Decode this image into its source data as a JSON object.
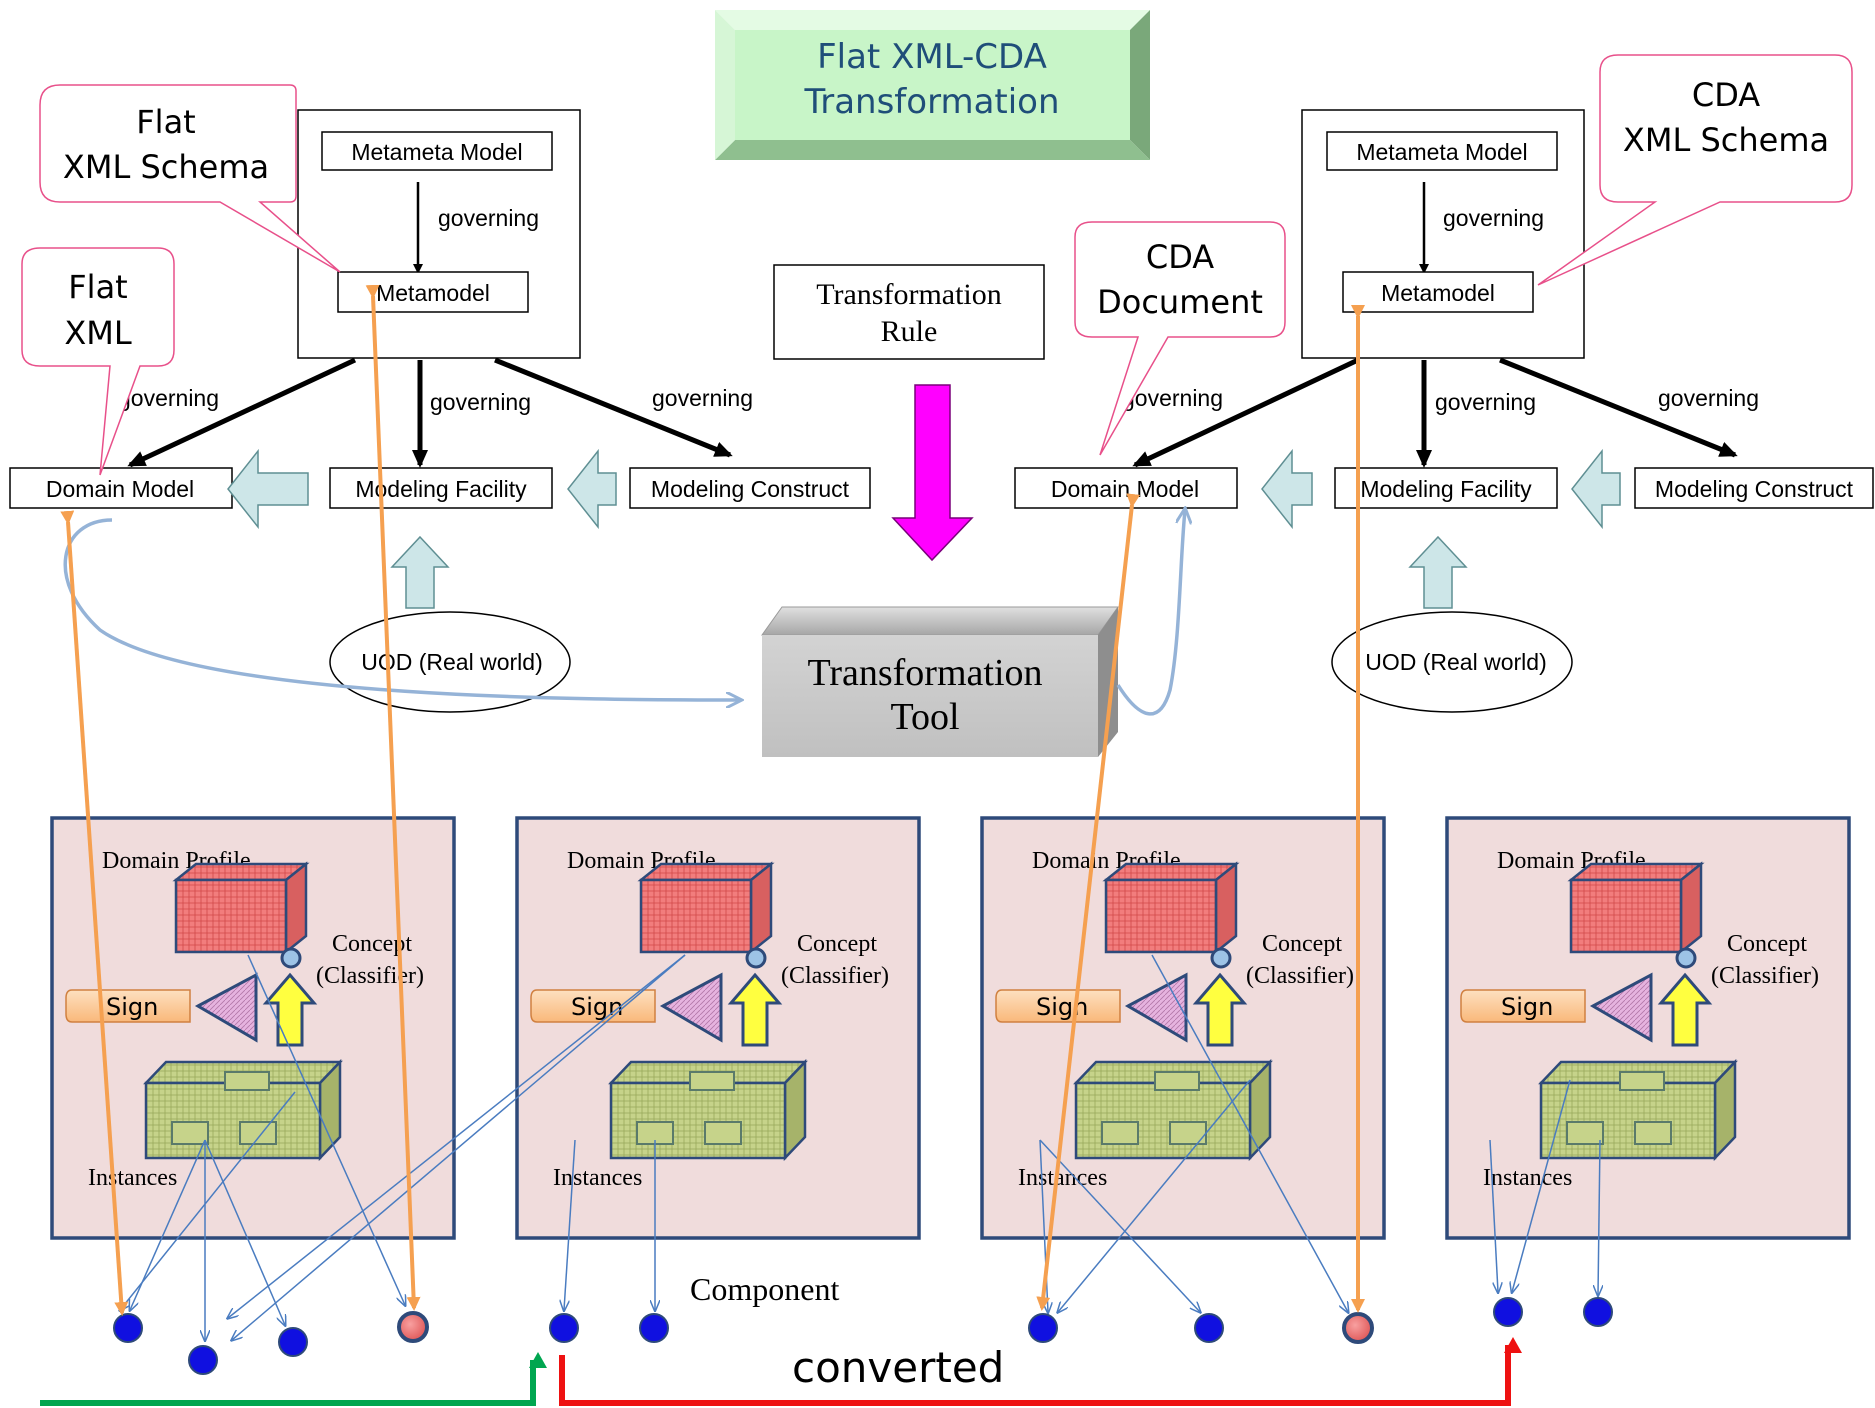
{
  "title": {
    "line1": "Flat XML-CDA",
    "line2": "Transformation"
  },
  "left": {
    "callout_schema": {
      "line1": "Flat",
      "line2": "XML Schema"
    },
    "callout_instance": {
      "line1": "Flat",
      "line2": "XML"
    },
    "metameta": "Metameta Model",
    "metamodel": "Metamodel",
    "domain_model": "Domain Model",
    "modeling_facility": "Modeling Facility",
    "modeling_construct": "Modeling Construct",
    "uod": "UOD (Real world)"
  },
  "right": {
    "callout_schema": {
      "line1": "CDA",
      "line2": "XML Schema"
    },
    "callout_instance": {
      "line1": "CDA",
      "line2": "Document"
    },
    "metameta": "Metameta Model",
    "metamodel": "Metamodel",
    "domain_model": "Domain Model",
    "modeling_facility": "Modeling Facility",
    "modeling_construct": "Modeling Construct",
    "uod": "UOD (Real world)"
  },
  "governing": "governing",
  "rule": {
    "line1": "Transformation",
    "line2": "Rule"
  },
  "tool": {
    "line1": "Transformation",
    "line2": "Tool"
  },
  "profile": {
    "domain_profile": "Domain Profile",
    "concept": "Concept",
    "classifier": "(Classifier)",
    "sign": "Sign",
    "instances": "Instances"
  },
  "component": "Component",
  "converted": "converted",
  "colors": {
    "title_bg": "#c8f5c8",
    "title_text": "#1f4e79",
    "callout_border": "#e8508a",
    "profile_bg": "#f0dcdc",
    "profile_border": "#2e4a7a",
    "orange": "#f5a050",
    "blue_node": "#1010e0",
    "green_arrow": "#00a650",
    "red_arrow": "#ee1111",
    "magenta": "#ff00ff"
  }
}
